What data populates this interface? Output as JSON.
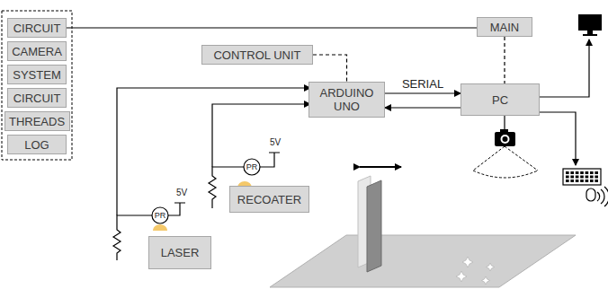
{
  "diagram": {
    "nodes": [
      {
        "text": [
          "CIRCUIT"
        ]
      },
      {
        "text": [
          "CAMERA"
        ]
      },
      {
        "text": [
          "SYSTEM"
        ]
      },
      {
        "text": [
          "CIRCUIT"
        ]
      },
      {
        "text": [
          "THREADS"
        ]
      },
      {
        "text": [
          "LOG"
        ]
      },
      {
        "text": [
          "MAIN"
        ]
      },
      {
        "text": [
          "CONTROL UNIT"
        ]
      },
      {
        "text": [
          "ARDUINO UNO"
        ]
      },
      {
        "text": [
          "PC"
        ]
      },
      {
        "text": [
          "RECOATER"
        ]
      },
      {
        "text": [
          "LASER"
        ]
      }
    ],
    "edges": [
      {
        "from": 0,
        "to": 6,
        "arrow": "none"
      },
      {
        "from": 6,
        "to": 9,
        "arrow": "none"
      },
      {
        "from": 7,
        "to": 8,
        "arrow": "none"
      },
      {
        "from": 8,
        "to": 9,
        "arrow": "to",
        "label": "SERIAL"
      },
      {
        "from": 9,
        "to": 8,
        "arrow": "to"
      }
    ],
    "labels": [
      "5V",
      "PR",
      "5V",
      "PR"
    ]
  }
}
